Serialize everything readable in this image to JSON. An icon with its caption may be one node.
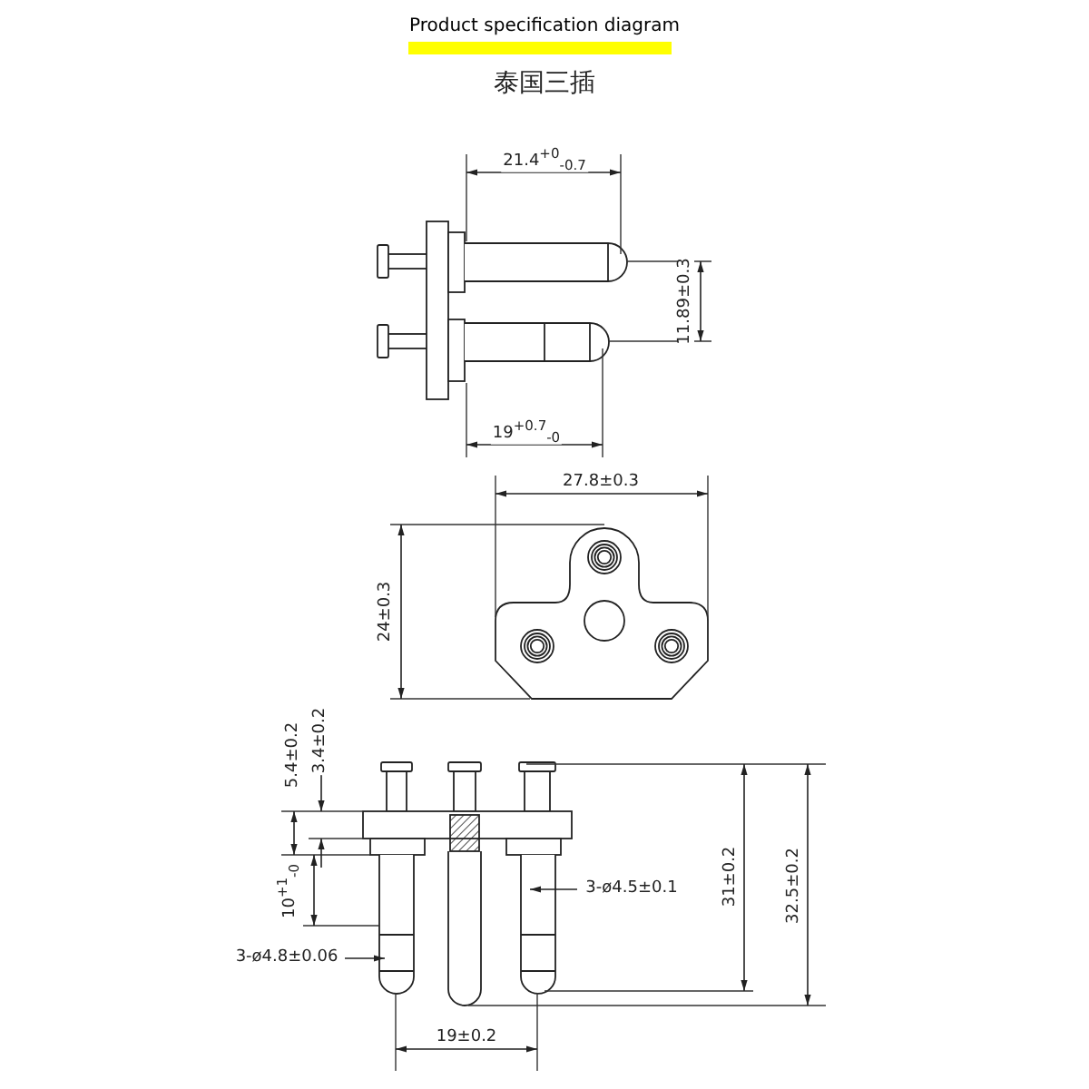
{
  "diagram": {
    "title": "Product specification diagram",
    "labels": [
      "泰国三插",
      "21.4$^{+0}$$_{-0.7}$",
      "11.89±0.3",
      "19$^{+0.7}$$_{-0}$",
      "27.8±0.3",
      "24±0.3",
      "5.4±0.2",
      "3.4±0.2",
      "10$^{+1}$$_{-0}$",
      "3-ø4.5±0.1",
      "31±0.2",
      "32.5±0.2",
      "3-ø4.8±0.06",
      "19±0.2"
    ]
  }
}
